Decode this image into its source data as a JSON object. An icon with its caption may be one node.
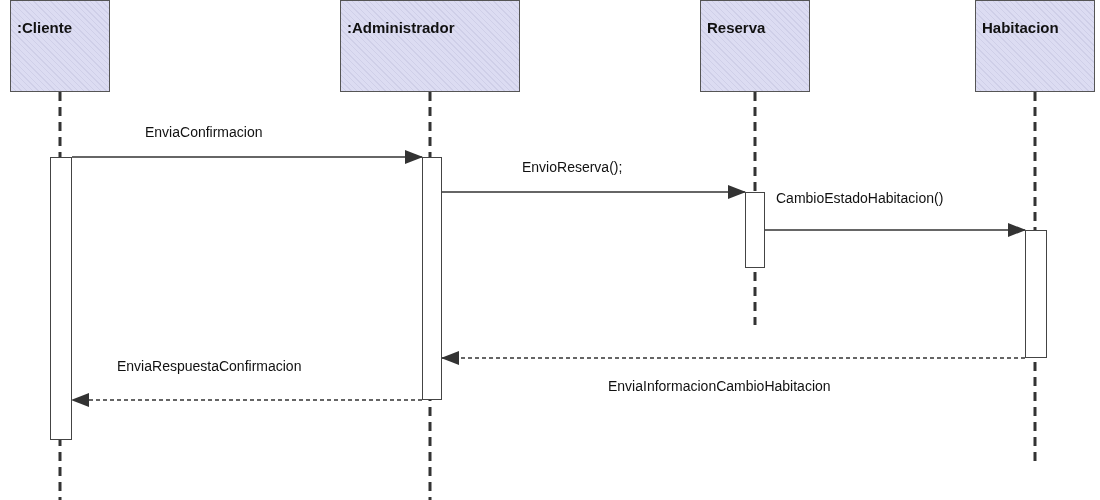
{
  "diagram": {
    "nodes": [
      {
        "text": [
          ":Cliente"
        ]
      },
      {
        "text": [
          ":Administrador"
        ]
      },
      {
        "text": [
          "Reserva"
        ]
      },
      {
        "text": [
          "Habitacion"
        ]
      },
      {
        "text": [],
        "shape": "bar"
      },
      {
        "text": [],
        "shape": "bar"
      },
      {
        "text": [],
        "shape": "bar"
      },
      {
        "text": [],
        "shape": "bar"
      }
    ],
    "edges": [
      {
        "from": 4,
        "to": 5,
        "arrow": "to",
        "label": "EnviaConfirmacion"
      },
      {
        "from": 5,
        "to": 6,
        "arrow": "to",
        "label": "EnvioReserva();"
      },
      {
        "from": 6,
        "to": 7,
        "arrow": "to",
        "label": "CambioEstadoHabitacion()"
      },
      {
        "from": 7,
        "to": 5,
        "arrow": "to",
        "label": "EnviaInformacionCambioHabitacion",
        "style": "dashed"
      },
      {
        "from": 5,
        "to": 4,
        "arrow": "to",
        "label": "EnviaRespuestaConfirmacion",
        "style": "dashed"
      }
    ]
  }
}
